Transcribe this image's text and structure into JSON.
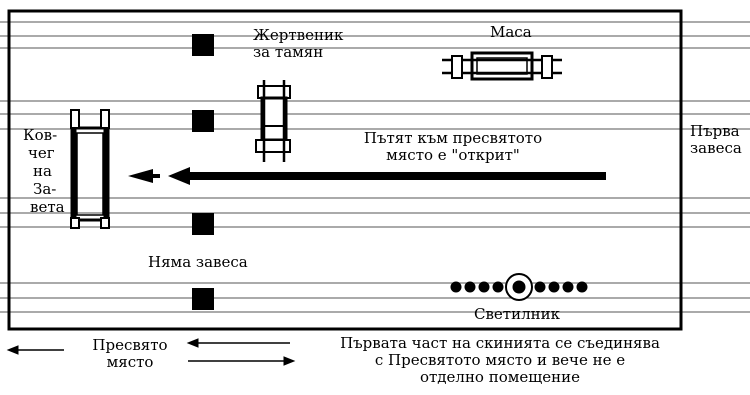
{
  "labels": {
    "altar_line1": "Жертвеник",
    "altar_line2": "за тамян",
    "table": "Маса",
    "ark_line1": "Ков-",
    "ark_line2": "чег",
    "ark_line3": "на",
    "ark_line4": "За-",
    "ark_line5": "вета",
    "path_line1": "Пътят към пресвятото",
    "path_line2": "място е \"открит\"",
    "first_veil_line1": "Първа",
    "first_veil_line2": "завеса",
    "no_veil": "Няма завеса",
    "lampstand": "Светилник"
  },
  "legend": {
    "holy_of_holies_line1": "Пресвято",
    "holy_of_holies_line2": "място",
    "note_line1": "Първата част на скинията се съединява",
    "note_line2": "с Пресвятото място и вече не е",
    "note_line3": "отделно помещение"
  }
}
